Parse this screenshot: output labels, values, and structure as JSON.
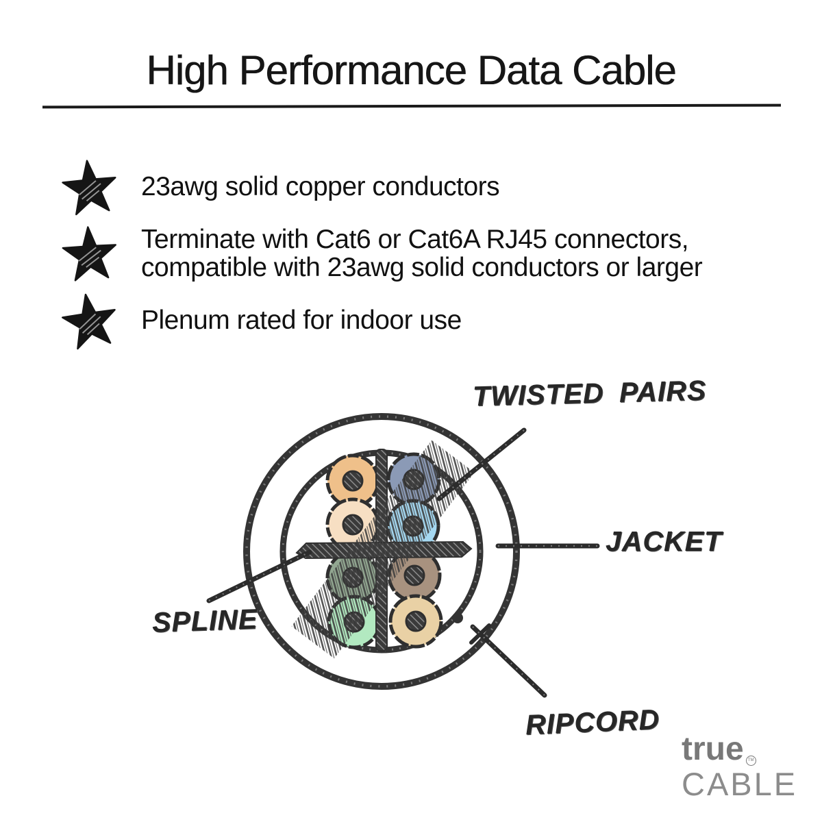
{
  "page": {
    "title": "High Performance Data Cable",
    "background": "#ffffff",
    "ink": "#1a1a1a"
  },
  "features": [
    {
      "text": "23awg solid copper conductors"
    },
    {
      "text": "Terminate with Cat6 or Cat6A RJ45 connectors, compatible with 23awg solid conductors or larger"
    },
    {
      "text": "Plenum rated for indoor use"
    }
  ],
  "diagram": {
    "labels": {
      "twisted_pairs": "TWISTED PAIRS",
      "jacket": "JACKET",
      "spline": "SPLINE",
      "ripcord": "RIPCORD"
    },
    "wires": [
      {
        "name": "orange",
        "color": "#efc08a"
      },
      {
        "name": "slate-blue",
        "color": "#8b9ab6"
      },
      {
        "name": "peach",
        "color": "#f7dfc3"
      },
      {
        "name": "light-blue",
        "color": "#a5d8f1"
      },
      {
        "name": "sage-green",
        "color": "#92a791"
      },
      {
        "name": "taupe",
        "color": "#a8927f"
      },
      {
        "name": "mint-green",
        "color": "#b2e9c0"
      },
      {
        "name": "tan",
        "color": "#e9d1a5"
      }
    ],
    "ink": "#343434"
  },
  "logo": {
    "word1": "true",
    "tm": "TM",
    "word2": "CABLE",
    "color1": "#787878",
    "color2": "#8c8c8c"
  }
}
